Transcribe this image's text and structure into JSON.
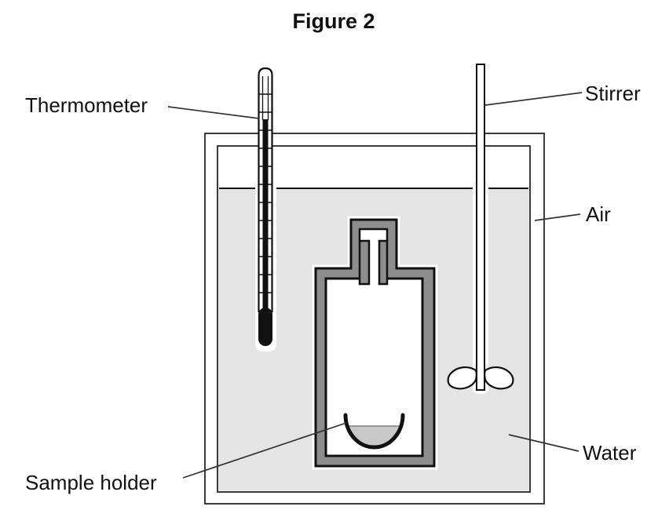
{
  "title": "Figure 2",
  "labels": {
    "thermometer": "Thermometer",
    "stirrer": "Stirrer",
    "air": "Air",
    "water": "Water",
    "sample_holder": "Sample holder"
  },
  "colors": {
    "ink": "#111111",
    "container_line": "#3c3c3c",
    "pointer_line": "#333333",
    "water_fill": "#e4e4e4",
    "vessel_fill": "#8d8d8d",
    "sample_fill": "#c8c8c8",
    "background": "#ffffff"
  }
}
